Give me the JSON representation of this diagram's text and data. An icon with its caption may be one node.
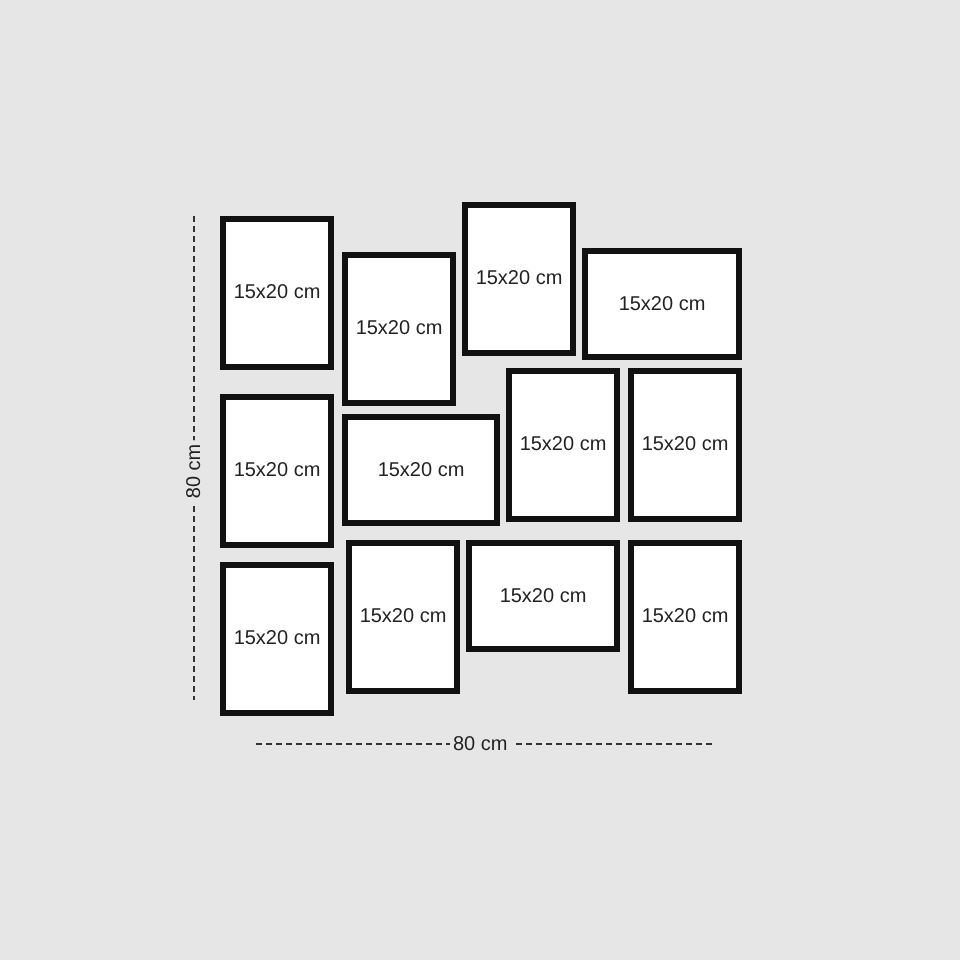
{
  "diagram": {
    "nodes": [
      {
        "text": [
          "15x20 cm"
        ]
      },
      {
        "text": [
          "15x20 cm"
        ]
      },
      {
        "text": [
          "15x20 cm"
        ]
      },
      {
        "text": [
          "15x20 cm"
        ]
      },
      {
        "text": [
          "15x20 cm"
        ]
      },
      {
        "text": [
          "15x20 cm"
        ]
      },
      {
        "text": [
          "15x20 cm"
        ]
      },
      {
        "text": [
          "15x20 cm"
        ]
      },
      {
        "text": [
          "15x20 cm"
        ]
      },
      {
        "text": [
          "15x20 cm"
        ]
      },
      {
        "text": [
          "15x20 cm"
        ]
      },
      {
        "text": [
          "15x20 cm"
        ]
      }
    ],
    "edges": [],
    "labels": [
      "80 cm",
      "80 cm"
    ]
  }
}
